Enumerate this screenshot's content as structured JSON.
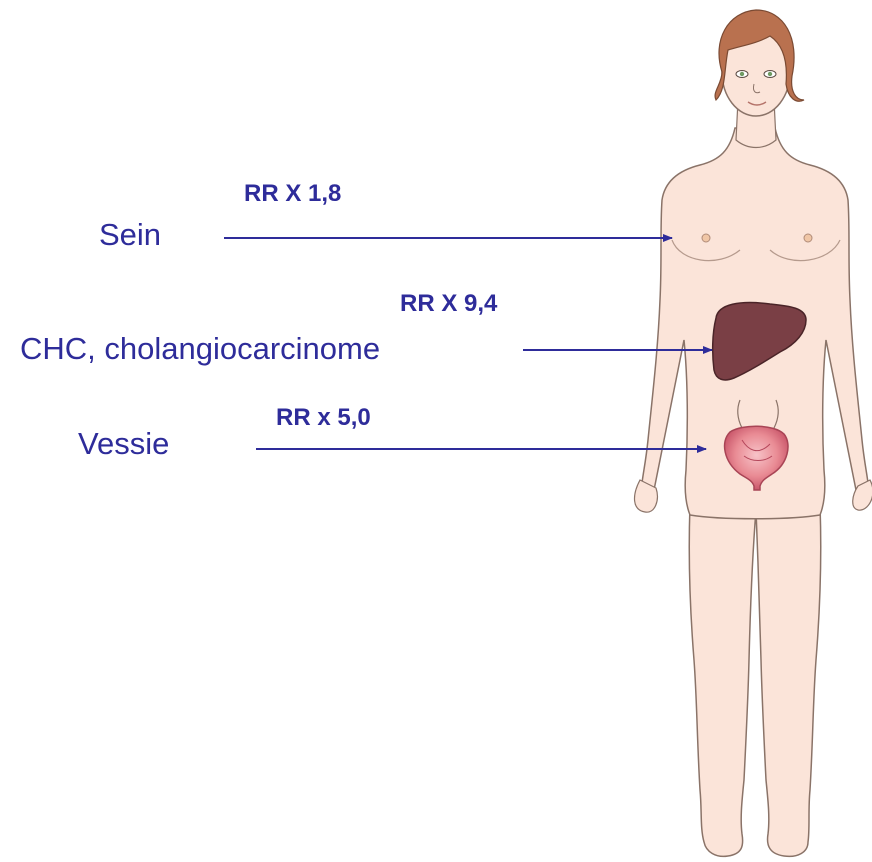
{
  "items": [
    {
      "label": "Sein",
      "rr": "RR X 1,8"
    },
    {
      "label": "CHC, cholangiocarcinome",
      "rr": "RR X 9,4"
    },
    {
      "label": "Vessie",
      "rr": "RR x 5,0"
    }
  ],
  "colors": {
    "text": "#2e2c9a",
    "arrow": "#2e2c9a",
    "skin": "#fbe4d9",
    "skin_outline": "#8a7368",
    "hair": "#b9714f",
    "liver": "#7a3f45",
    "bladder": "#e98b94"
  },
  "icons": [
    "female-body-figure",
    "liver-organ",
    "bladder-organ"
  ]
}
